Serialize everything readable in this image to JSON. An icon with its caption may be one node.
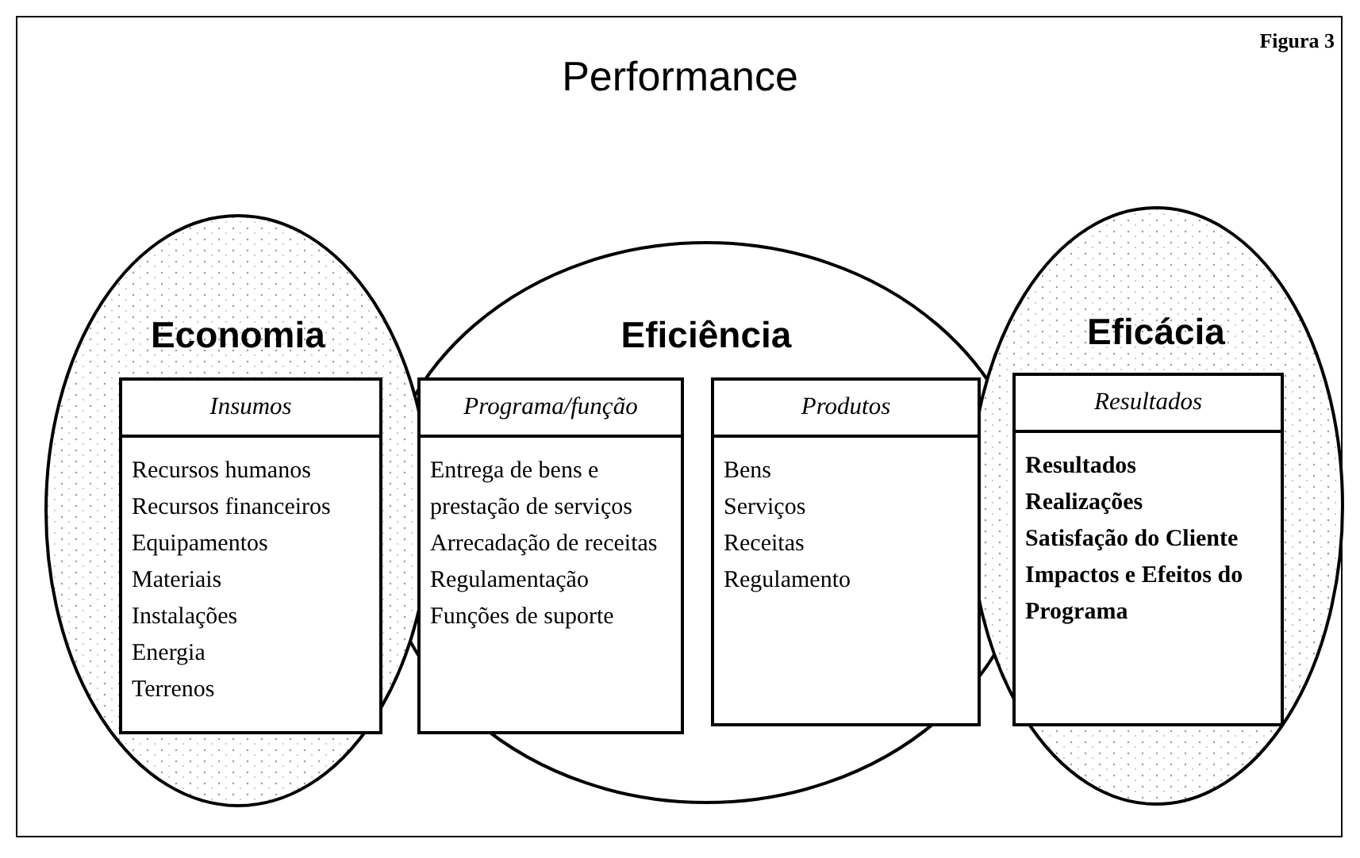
{
  "diagram": {
    "title": "Performance",
    "nodes": [
      {
        "text": [
          "Economia"
        ]
      },
      {
        "text": [
          "Eficiência"
        ]
      },
      {
        "text": [
          "Eficácia"
        ]
      },
      {
        "text": [
          "Insumos",
          "Recursos humanos",
          "Recursos financeiros",
          "Equipamentos",
          "Materiais",
          "Instalações",
          "Energia",
          "Terrenos"
        ],
        "in": 0
      },
      {
        "text": [
          "Programa/função",
          "Entrega de bens e prestação de serviços",
          "Arrecadação de receitas",
          "Regulamentação",
          "Funções de suporte"
        ],
        "in": 1
      },
      {
        "text": [
          "Produtos",
          "Bens",
          "Serviços",
          "Receitas",
          "Regulamento"
        ],
        "in": 1
      },
      {
        "text": [
          "Resultados",
          "Resultados",
          "Realizações",
          "Satisfação do Cliente",
          "Impactos e Efeitos do Programa"
        ],
        "in": 2
      }
    ],
    "labels": [
      "Figura 3"
    ]
  }
}
